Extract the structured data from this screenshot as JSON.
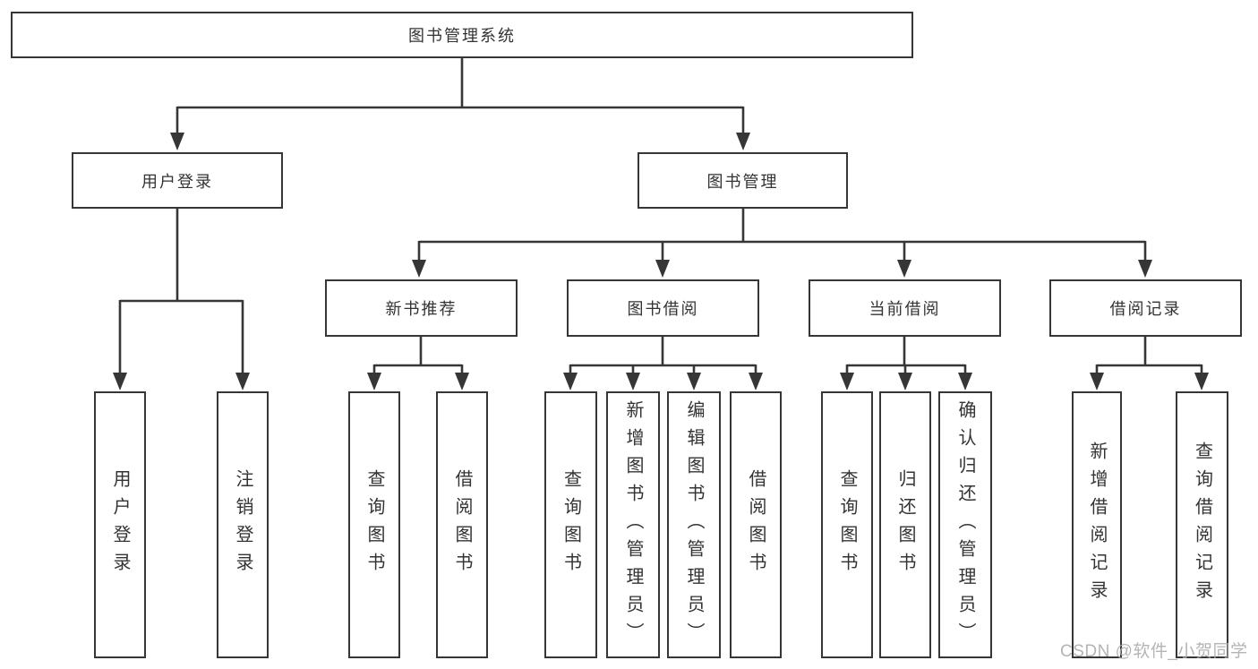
{
  "diagram": {
    "type": "tree",
    "colors": {
      "line": "#363636",
      "box_border": "#363636",
      "text": "#333333",
      "background": "#ffffff",
      "watermark": "#a8a8a8"
    },
    "root": {
      "label": "图书管理系统"
    },
    "level1": [
      {
        "label": "用户登录",
        "parent": "图书管理系统"
      },
      {
        "label": "图书管理",
        "parent": "图书管理系统"
      }
    ],
    "level2": [
      {
        "label": "新书推荐",
        "parent": "图书管理"
      },
      {
        "label": "图书借阅",
        "parent": "图书管理"
      },
      {
        "label": "当前借阅",
        "parent": "图书管理"
      },
      {
        "label": "借阅记录",
        "parent": "图书管理"
      }
    ],
    "leaves": [
      {
        "label": "用户登录",
        "parent": "用户登录"
      },
      {
        "label": "注销登录",
        "parent": "用户登录"
      },
      {
        "label": "查询图书",
        "parent": "新书推荐"
      },
      {
        "label": "借阅图书",
        "parent": "新书推荐"
      },
      {
        "label": "查询图书",
        "parent": "图书借阅"
      },
      {
        "label": "新增图书（管理员）",
        "parent": "图书借阅"
      },
      {
        "label": "编辑图书（管理员）",
        "parent": "图书借阅"
      },
      {
        "label": "借阅图书",
        "parent": "图书借阅"
      },
      {
        "label": "查询图书",
        "parent": "当前借阅"
      },
      {
        "label": "归还图书",
        "parent": "当前借阅"
      },
      {
        "label": "确认归还（管理员）",
        "parent": "当前借阅"
      },
      {
        "label": "新增借阅记录",
        "parent": "借阅记录"
      },
      {
        "label": "查询借阅记录",
        "parent": "借阅记录"
      }
    ],
    "watermark": "CSDN @软件_小贺同学"
  }
}
